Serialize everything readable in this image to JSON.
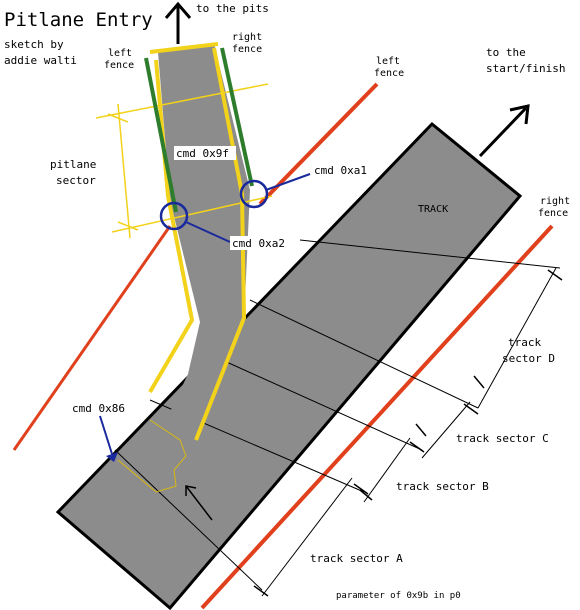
{
  "title": "Pitlane Entry",
  "credit": [
    "sketch by",
    "addie walti"
  ],
  "labels": {
    "to_pits": "to the pits",
    "to_start_line1": "to the",
    "to_start_line2": "start/finish",
    "left_fence_top": [
      "left",
      "fence"
    ],
    "right_fence_top": [
      "right",
      "fence"
    ],
    "left_fence_track": [
      "left",
      "fence"
    ],
    "right_fence_track": [
      "right",
      "fence"
    ],
    "pitlane_sector": [
      "pitlane",
      "sector"
    ],
    "track": "TRACK",
    "cmd_9f": "cmd 0x9f",
    "cmd_a1": "cmd 0xa1",
    "cmd_a2": "cmd 0xa2",
    "cmd_86": "cmd 0x86",
    "sector_d": [
      "track",
      "sector D"
    ],
    "sector_c": "track sector C",
    "sector_b": "track sector B",
    "sector_a": "track sector A",
    "parameter": "parameter of 0x9b in p0"
  },
  "colors": {
    "track": "#8c8c8c",
    "fence_red": "#e0401c",
    "fence_green": "#2d7d2d",
    "pit_yellow": "#f2d21a",
    "marker_blue": "#1a2a9c"
  }
}
